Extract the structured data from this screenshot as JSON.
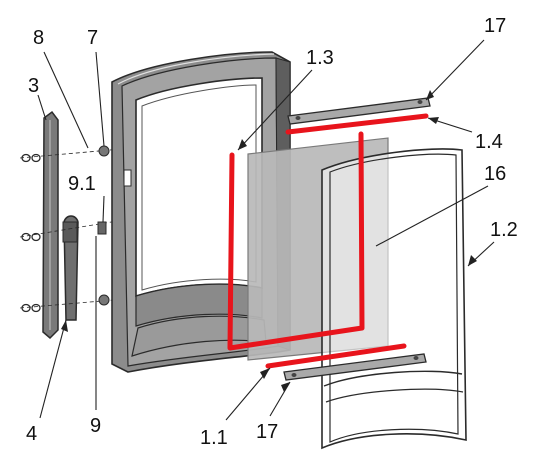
{
  "labels": {
    "part_8": "8",
    "part_7": "7",
    "part_3": "3",
    "part_9_1": "9.1",
    "part_4": "4",
    "part_9": "9",
    "part_1_3": "1.3",
    "part_17_top": "17",
    "part_1_4": "1.4",
    "part_16": "16",
    "part_1_2": "1.2",
    "part_1_1": "1.1",
    "part_17_bottom": "17"
  },
  "colors": {
    "gasket_highlight": "#e8141c",
    "frame_fill": "#8a8a8a",
    "frame_dark": "#5e5e5e",
    "glass_fill": "#b9b9b9",
    "line": "#2b2b2b"
  }
}
